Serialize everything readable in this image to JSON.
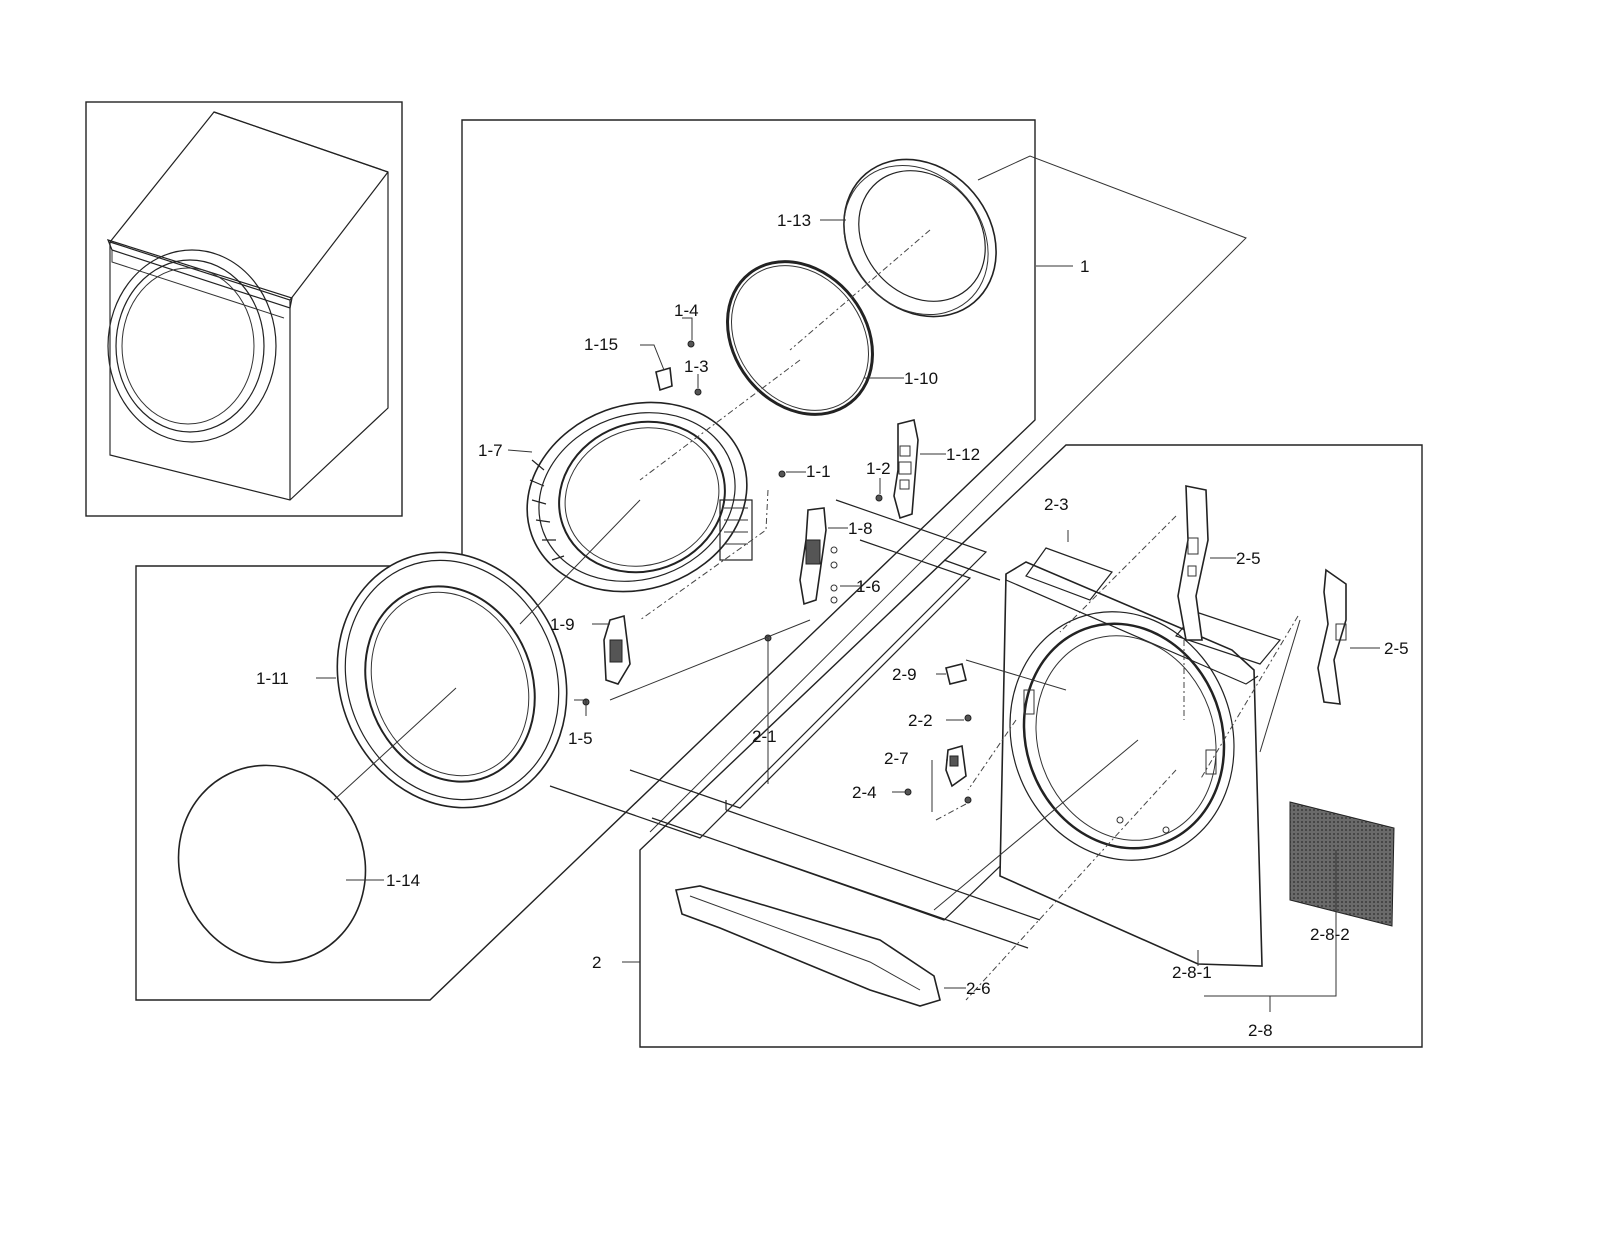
{
  "labels": {
    "l1": "1",
    "l1_1": "1-1",
    "l1_2": "1-2",
    "l1_3": "1-3",
    "l1_4": "1-4",
    "l1_5": "1-5",
    "l1_6": "1-6",
    "l1_7": "1-7",
    "l1_8": "1-8",
    "l1_9": "1-9",
    "l1_10": "1-10",
    "l1_11": "1-11",
    "l1_12": "1-12",
    "l1_13": "1-13",
    "l1_14": "1-14",
    "l1_15": "1-15",
    "l2": "2",
    "l2_1": "2-1",
    "l2_2": "2-2",
    "l2_3": "2-3",
    "l2_4": "2-4",
    "l2_5a": "2-5",
    "l2_5b": "2-5",
    "l2_6": "2-6",
    "l2_7": "2-7",
    "l2_8": "2-8",
    "l2_8_1": "2-8-1",
    "l2_8_2": "2-8-2",
    "l2_9": "2-9"
  },
  "colors": {
    "line": "#222222",
    "background": "#ffffff",
    "filter_fill": "#555555"
  }
}
